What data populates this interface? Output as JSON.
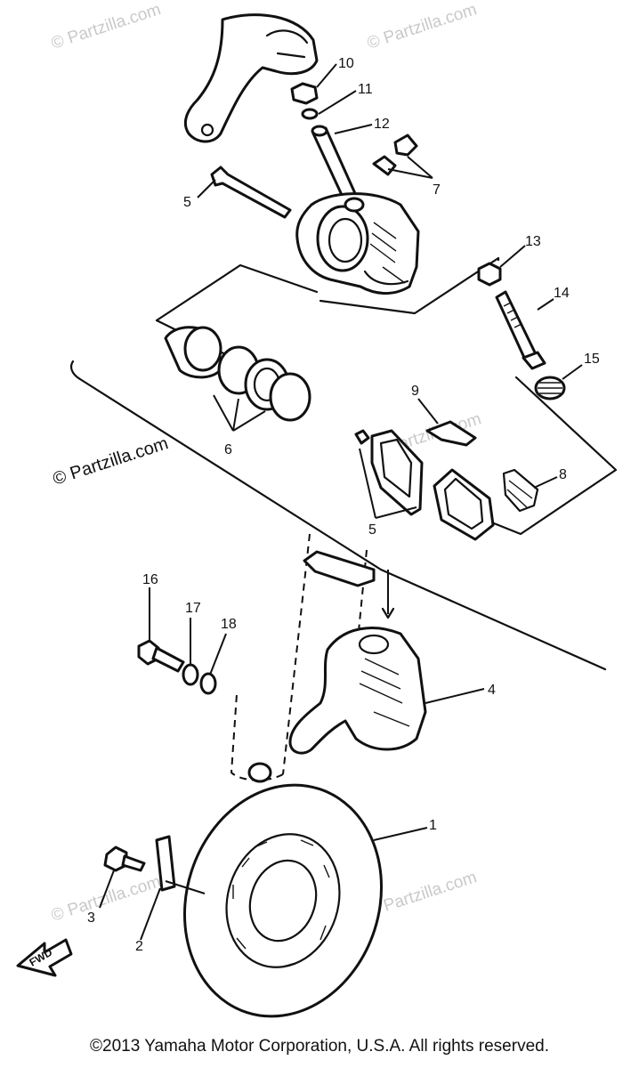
{
  "callouts": {
    "c1": "1",
    "c2": "2",
    "c3": "3",
    "c4": "4",
    "c5_top": "5",
    "c5_pads": "5",
    "c6": "6",
    "c7": "7",
    "c8": "8",
    "c9": "9",
    "c10": "10",
    "c11": "11",
    "c12": "12",
    "c13": "13",
    "c14": "14",
    "c15": "15",
    "c16": "16",
    "c17": "17",
    "c18": "18"
  },
  "watermark": "© Partzilla.com",
  "fwd_label": "FWD",
  "copyright": "©2013 Yamaha Motor Corporation, U.S.A. All rights reserved."
}
